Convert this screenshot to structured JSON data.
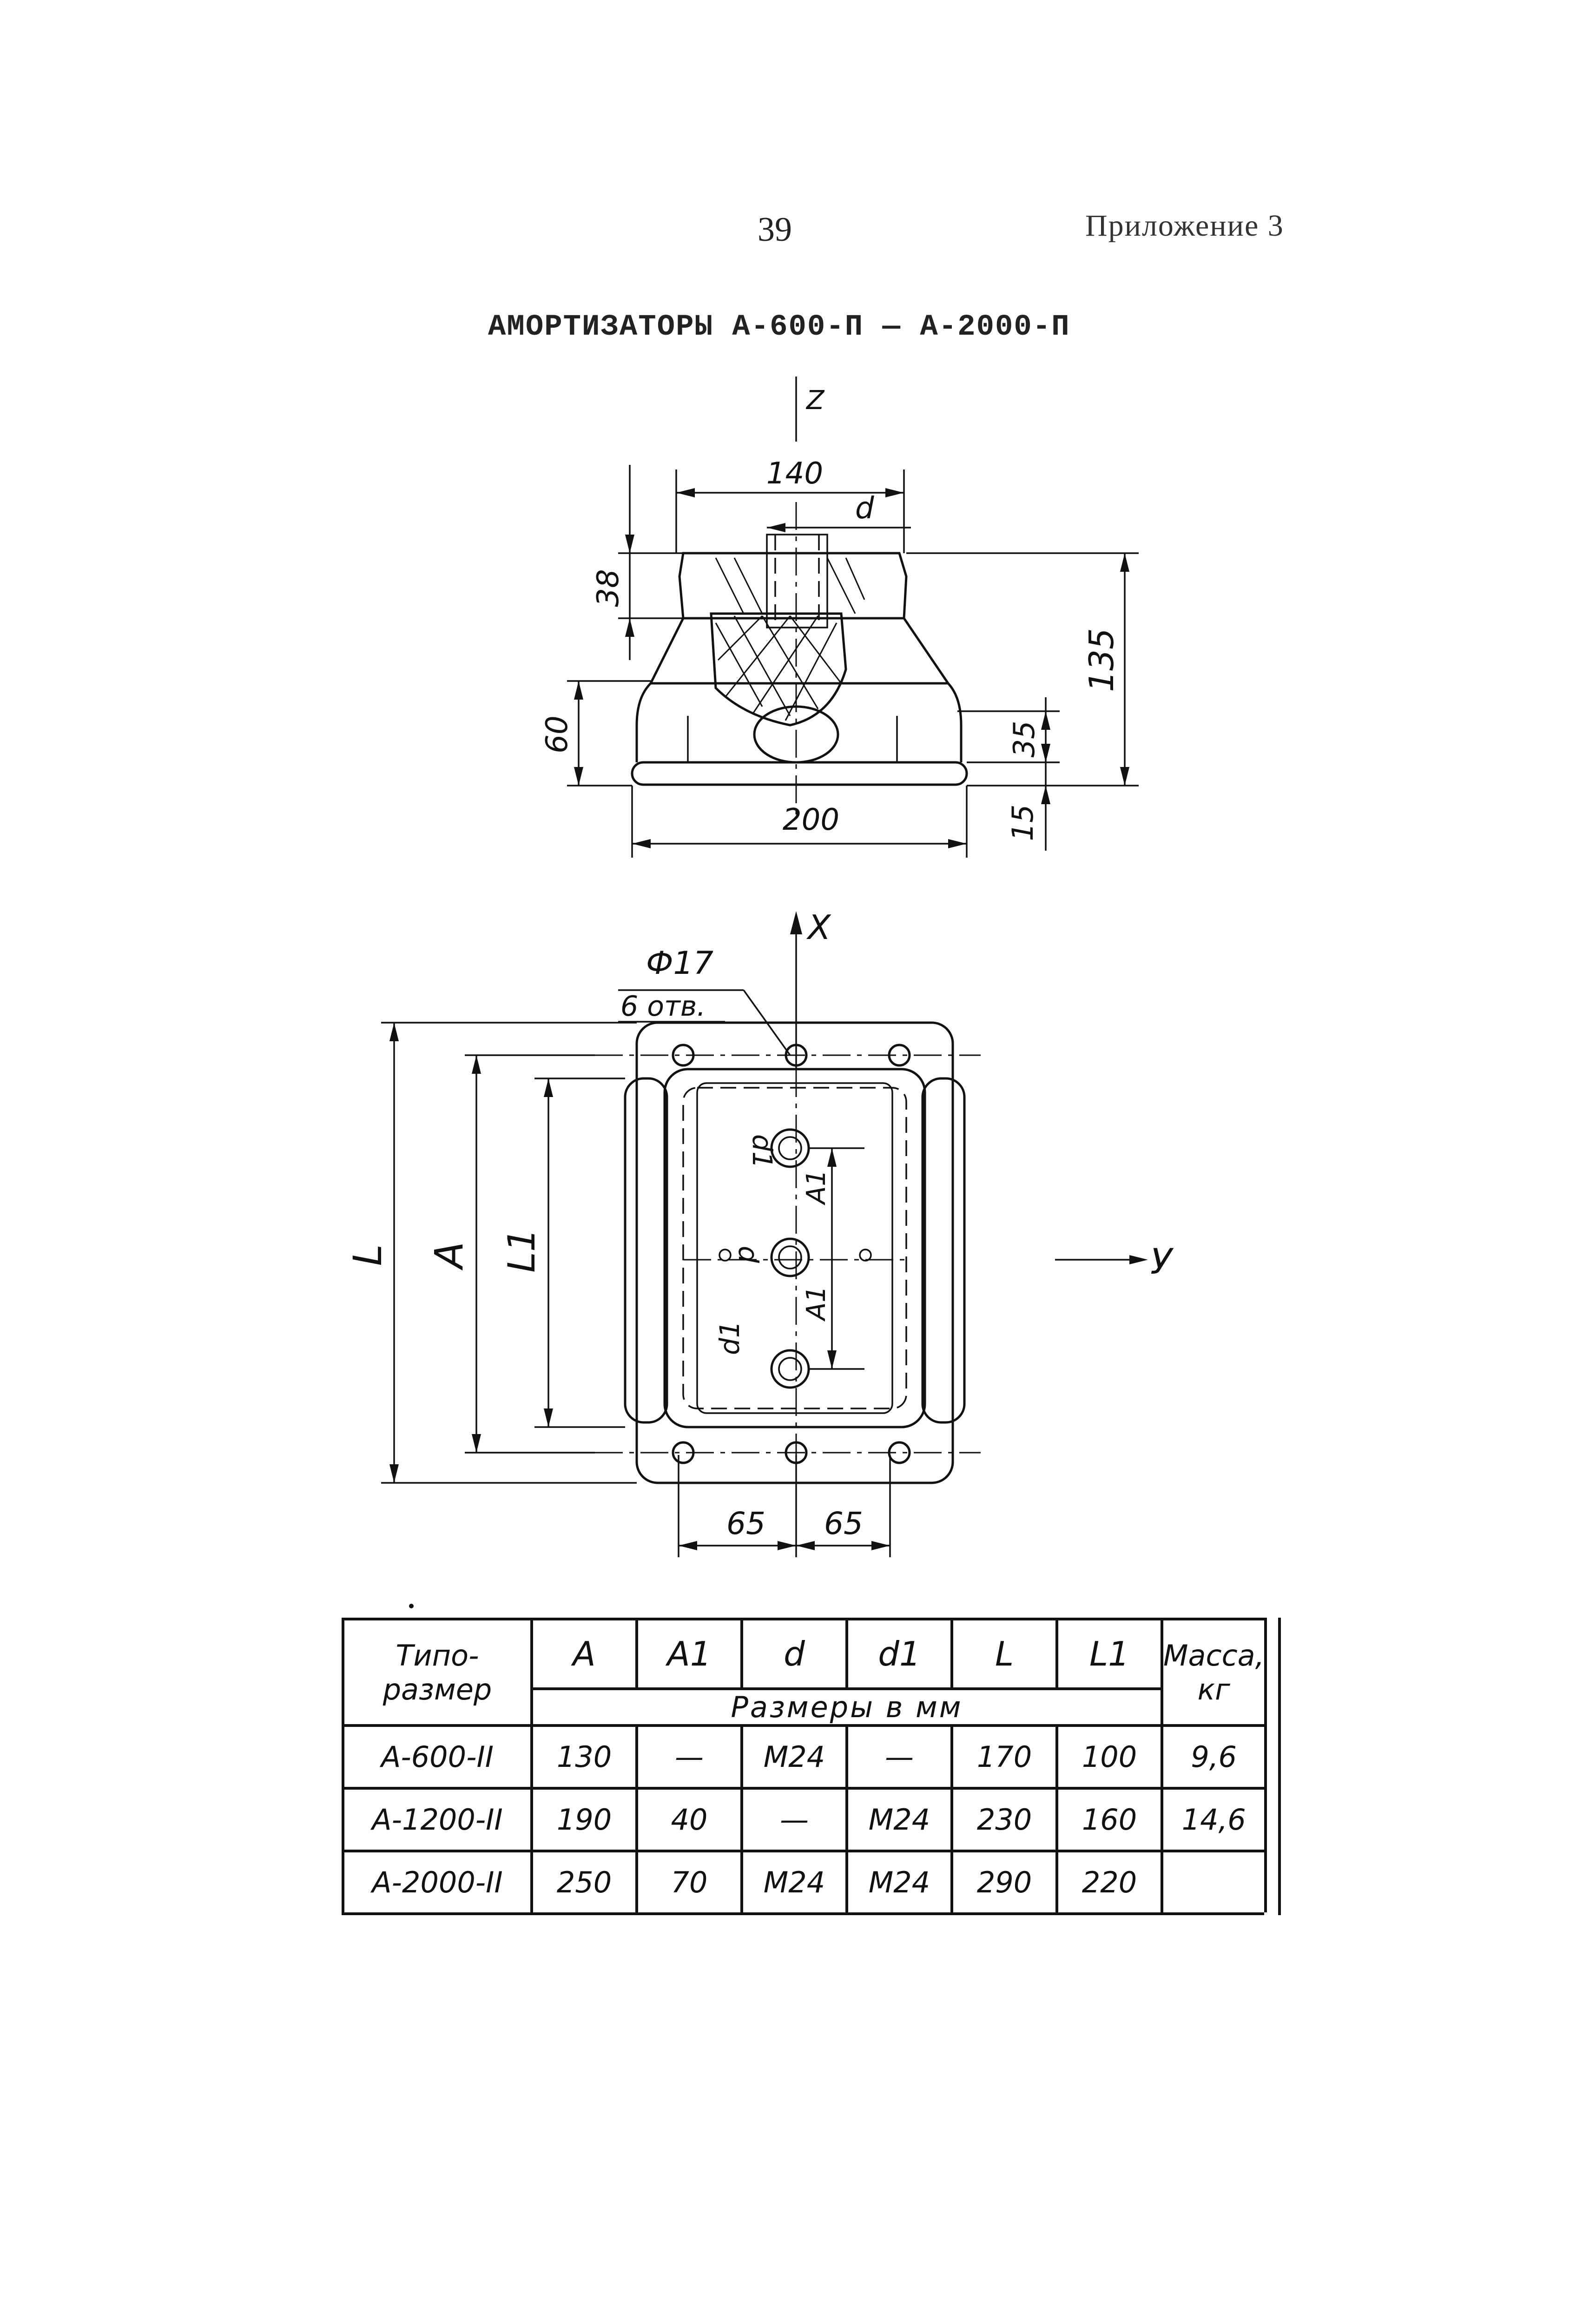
{
  "header": {
    "page_number": "39",
    "appendix": "Приложение 3",
    "title": "АМОРТИЗАТОРЫ А-600-П — А-2000-П"
  },
  "side_view": {
    "axis_label": "Z",
    "dim_top_width": "140",
    "dim_thread": "d",
    "dim_cap_height": "38",
    "dim_total_height": "135",
    "dim_body_height": "60",
    "dim_base_gap": "35",
    "dim_base_thickness": "15",
    "dim_base_width": "200"
  },
  "plan_view": {
    "axis_x": "X",
    "axis_y": "У",
    "hole_dia": "Ф17",
    "hole_count": "6 отв.",
    "dim_L": "L",
    "dim_A": "A",
    "dim_L1": "L1",
    "dim_d": "d",
    "dim_d1_top": "d1",
    "dim_d1_bottom": "d1",
    "dim_A1_top": "A1",
    "dim_A1_bottom": "A1",
    "dim_half_left": "65",
    "dim_half_right": "65"
  },
  "table": {
    "head_type_line1": "Типо-",
    "head_type_line2": "размер",
    "head_A": "A",
    "head_A1": "A1",
    "head_d": "d",
    "head_d1": "d1",
    "head_L": "L",
    "head_L1": "L1",
    "head_mass_line1": "Масса,",
    "head_mass_line2": "кг",
    "units_note": "Размеры в мм",
    "rows": [
      {
        "type": "А-600-II",
        "A": "130",
        "A1": "—",
        "d": "М24",
        "d1": "—",
        "L": "170",
        "L1": "100",
        "mass": "9,6"
      },
      {
        "type": "А-1200-II",
        "A": "190",
        "A1": "40",
        "d": "—",
        "d1": "М24",
        "L": "230",
        "L1": "160",
        "mass": "14,6"
      },
      {
        "type": "А-2000-II",
        "A": "250",
        "A1": "70",
        "d": "М24",
        "d1": "М24",
        "L": "290",
        "L1": "220",
        "mass": ""
      }
    ]
  }
}
